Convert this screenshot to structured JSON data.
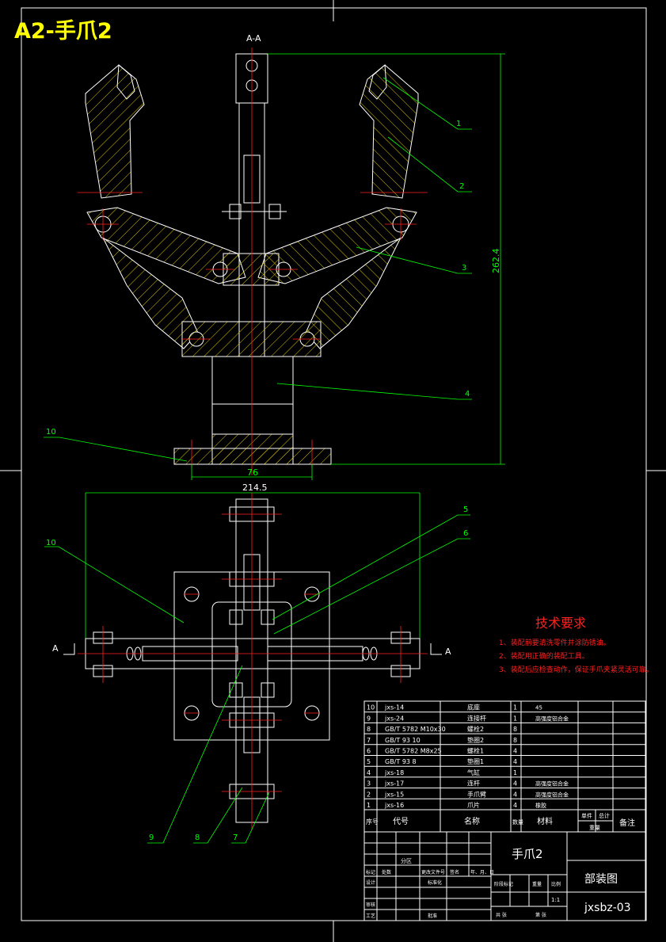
{
  "sheet": {
    "title": "A2-手爪2",
    "section_label": "A-A",
    "view_mark": "A"
  },
  "dimensions": {
    "overall_height": "262.4",
    "base_width": "76",
    "top_width": "214.5"
  },
  "balloons": [
    "1",
    "2",
    "3",
    "4",
    "10",
    "5",
    "6",
    "10",
    "9",
    "8",
    "7"
  ],
  "technical_requirements": {
    "title": "技术要求",
    "items": [
      "1、装配前要清洗零件并涂防锈油。",
      "2、装配用正确的装配工具。",
      "3、装配后应检查动作，保证手爪夹紧灵活可靠。"
    ]
  },
  "bom": {
    "rows": [
      {
        "no": "10",
        "code": "jxs-14",
        "name": "底座",
        "qty": "1",
        "material": "45",
        "note": ""
      },
      {
        "no": "9",
        "code": "jxs-24",
        "name": "连接杆",
        "qty": "1",
        "material": "高强度铝合金",
        "note": ""
      },
      {
        "no": "8",
        "code": "GB/T 5782 M10x30",
        "name": "螺栓2",
        "qty": "8",
        "material": "",
        "note": ""
      },
      {
        "no": "7",
        "code": "GB/T 93 10",
        "name": "垫圈2",
        "qty": "8",
        "material": "",
        "note": ""
      },
      {
        "no": "6",
        "code": "GB/T 5782 M8x25",
        "name": "螺栓1",
        "qty": "4",
        "material": "",
        "note": ""
      },
      {
        "no": "5",
        "code": "GB/T 93 8",
        "name": "垫圈1",
        "qty": "4",
        "material": "",
        "note": ""
      },
      {
        "no": "4",
        "code": "jxs-18",
        "name": "气缸",
        "qty": "1",
        "material": "",
        "note": ""
      },
      {
        "no": "3",
        "code": "jxs-17",
        "name": "连杆",
        "qty": "4",
        "material": "高强度铝合金",
        "note": ""
      },
      {
        "no": "2",
        "code": "jxs-15",
        "name": "手爪臂",
        "qty": "4",
        "material": "高强度铝合金",
        "note": ""
      },
      {
        "no": "1",
        "code": "jxs-16",
        "name": "爪片",
        "qty": "4",
        "material": "橡胶",
        "note": ""
      }
    ],
    "header": {
      "no": "序号",
      "code": "代号",
      "name": "名称",
      "qty": "数量",
      "material": "材料",
      "unit_weight": "单件",
      "total_weight": "总计",
      "weight": "重量",
      "note": "备注"
    }
  },
  "title_block": {
    "part_name": "手爪2",
    "drawing_type": "部装图",
    "drawing_no": "jxsbz-03",
    "scale": "1:1",
    "labels": {
      "zone": "分区",
      "mark": "标记",
      "count": "处数",
      "change_doc": "更改文件号",
      "signature": "签名",
      "date": "年、月、日",
      "design": "设计",
      "standardize": "标准化",
      "review": "审核",
      "process": "工艺",
      "approve": "批准",
      "stage_mark": "阶段标记",
      "weight": "重量",
      "scale_label": "比例",
      "sheets_total": "共 张",
      "sheet_no": "第 张"
    }
  }
}
